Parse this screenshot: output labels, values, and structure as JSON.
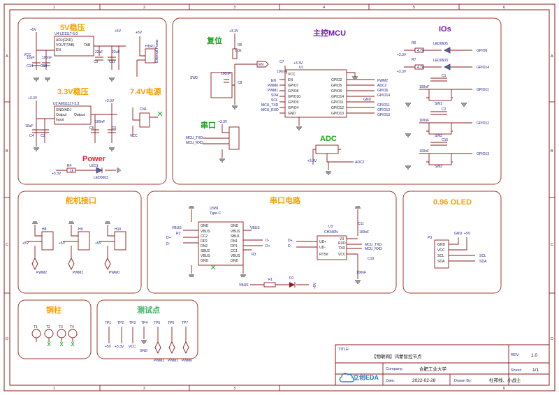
{
  "sections": {
    "v5": "5V稳压",
    "v33": "3.3V稳压",
    "v74": "7.4V电源",
    "power": "Power",
    "reset": "复位",
    "mcu": "主控MCU",
    "ios": "IOs",
    "uart": "串口",
    "adc": "ADC",
    "servo": "舵机接口",
    "serial_circuit": "串口电路",
    "oled": "0.96 OLED",
    "pillar": "铜柱",
    "testpoint": "测试点"
  },
  "ruler": {
    "top": [
      "1",
      "2",
      "3",
      "4",
      "5",
      "6"
    ],
    "side": [
      "A",
      "B",
      "C",
      "D"
    ]
  },
  "titleblock": {
    "title_label": "TITLE:",
    "title_value": "【物联网】鸿蒙智控节点",
    "rev_label": "REV:",
    "rev_value": "1.0",
    "company_label": "Company:",
    "company_value": "合肥工业大学",
    "sheet_label": "Sheet:",
    "sheet_value": "1/1",
    "date_label": "Date:",
    "date_value": "2022-02-28",
    "drawn_label": "Drawn By:",
    "drawn_value": "杜邦线、小战士",
    "logo_text": "立创EDA"
  },
  "parts": {
    "u4_name": "U4  LD1117-5.0",
    "u4_pins": [
      "ADJ(GND)",
      "VOUT(TAB)",
      "EN",
      "TAB"
    ],
    "u2_name": "U2  AMS1117-3.3",
    "u2_pins": [
      "GND/ADJ",
      "Output",
      "Input",
      "Output"
    ],
    "u1_left": [
      "VCC",
      "EN",
      "GPIO7",
      "GPIO8",
      "GPIO10",
      "GPIO9",
      "GPIO4",
      "GND"
    ],
    "u1_right": [
      "GPIO2",
      "GPIO5",
      "GPIO6",
      "GPIO14",
      "GPIO11",
      "GPIO12",
      "GPIO13",
      "GND"
    ],
    "u1_left_nets": [
      "EN",
      "PWM0",
      "PWM1",
      "SDA",
      "SCL",
      "MCU_TXD",
      "MCU_RXD"
    ],
    "u1_right_nets": [
      "PWM2",
      "ADC2",
      "GPIO6",
      "GPIO14",
      "GPIO11",
      "GPIO12",
      "GPIO13"
    ],
    "usb_name": "USB1",
    "usb_type": "Type-C",
    "usb_left": [
      "GND",
      "VBUS",
      "CC2",
      "DP2",
      "DN2",
      "SBU2",
      "VBUS",
      "GND"
    ],
    "usb_right": [
      "GND",
      "VBUS",
      "SBU1",
      "DN1",
      "DP1",
      "CC1",
      "VBUS",
      "GND"
    ],
    "ch_name": "U3",
    "ch_part": "CH340N",
    "ch_left": [
      "UD+",
      "UD-",
      "RTS#"
    ],
    "ch_right": [
      "V3",
      "RXD",
      "TXD",
      "VCC"
    ],
    "oled_pins": [
      "GND",
      "VCC",
      "SCL",
      "SDA"
    ],
    "io_leds": [
      "LED0605",
      "LED0603"
    ],
    "io_nets": [
      "GPIO6",
      "GPIO14",
      "GPIO11",
      "GPIO12",
      "GPIO13"
    ],
    "servo_nets": [
      "PWM2",
      "PWM1",
      "PWM0"
    ],
    "pillars": [
      "T1",
      "T2",
      "T3",
      "T4"
    ],
    "testpoints": [
      "TP1",
      "TP2",
      "TP3",
      "TP4",
      "TP5",
      "TP6",
      "TP7"
    ],
    "tp_nets": [
      "+5V",
      "+3.3V",
      "VCC",
      "GND",
      "PWM2",
      "PWM1",
      "PWM0"
    ],
    "power_led": "LED0603",
    "misc": {
      "hdr1": "HDR1",
      "ext_power": "External Power",
      "vbus": "VBUS",
      "f1": "F1",
      "d1": "D1",
      "adc2": "ADC2",
      "mcu_txd": "MCU_TXD",
      "mcu_rxd": "MCU_RXD",
      "scl": "SCL",
      "sda": "SDA",
      "p3": "P3",
      "h8": "H8",
      "h9": "H9",
      "h10": "H10",
      "sw0": "SW0",
      "en": "EN",
      "r5": "R5",
      "c8": "C8",
      "c7": "C7",
      "u1": "U1",
      "c11": "C11",
      "c10": "C10",
      "r4": "R4",
      "led1": "LED1",
      "r1k": "1k"
    }
  },
  "colors": {
    "wire": "#8b1a1a",
    "frame": "#8b1a1a",
    "section_border": "#a0382a",
    "label_blue": "#1a1a8c",
    "orange": "#f5a000",
    "green": "#16a317",
    "purple": "#7016b6",
    "red": "#e0262f",
    "logo": "#1d7dd6"
  }
}
